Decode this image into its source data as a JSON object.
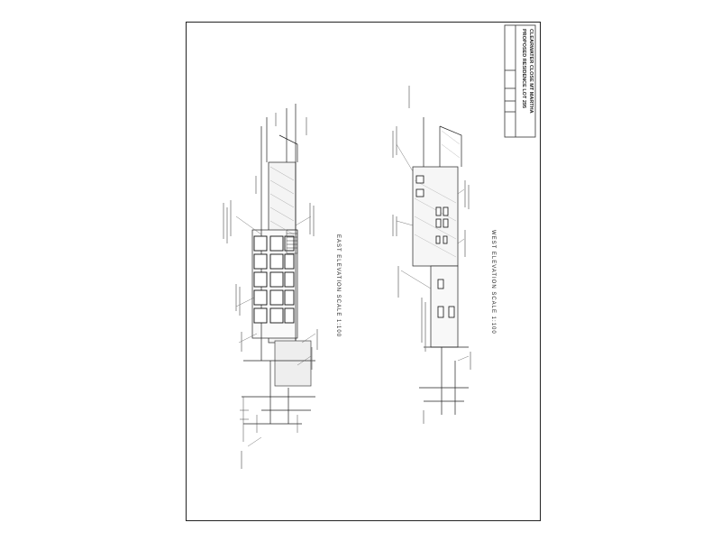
{
  "drawing": {
    "east_caption": "EAST ELEVATION   SCALE 1:100",
    "west_caption": "WEST ELEVATION   SCALE 1:100",
    "title_block": {
      "line1": "PROPOSED RESIDENCE LOT 295",
      "line2": "CLEARWATER CLOSE MT MARTHA"
    }
  }
}
